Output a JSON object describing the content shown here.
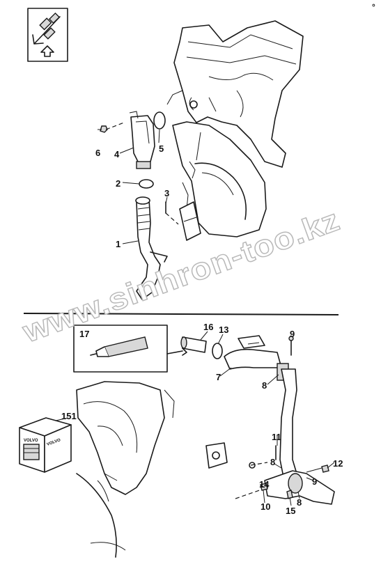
{
  "watermark": "www.sinhron-too.kz",
  "corner_mark": "°",
  "callouts": [
    {
      "id": "c6",
      "text": "6"
    },
    {
      "id": "c4",
      "text": "4"
    },
    {
      "id": "c5",
      "text": "5"
    },
    {
      "id": "c2",
      "text": "2"
    },
    {
      "id": "c3",
      "text": "3"
    },
    {
      "id": "c1",
      "text": "1"
    },
    {
      "id": "c17",
      "text": "17"
    },
    {
      "id": "c16",
      "text": "16"
    },
    {
      "id": "c13",
      "text": "13"
    },
    {
      "id": "c7",
      "text": "7"
    },
    {
      "id": "c9a",
      "text": "9"
    },
    {
      "id": "c8a",
      "text": "8"
    },
    {
      "id": "c151",
      "text": "151"
    },
    {
      "id": "c11",
      "text": "11"
    },
    {
      "id": "c12",
      "text": "12"
    },
    {
      "id": "c14",
      "text": "14"
    },
    {
      "id": "c8b",
      "text": "8"
    },
    {
      "id": "c9b",
      "text": "9"
    },
    {
      "id": "c10",
      "text": "10"
    },
    {
      "id": "c15",
      "text": "15"
    },
    {
      "id": "c8c",
      "text": "8"
    }
  ],
  "box_logo_text": "VOLVO",
  "icons": [
    "orientation-icon",
    "up-arrow-icon",
    "sealant-tube-icon",
    "parts-kit-box-icon"
  ]
}
